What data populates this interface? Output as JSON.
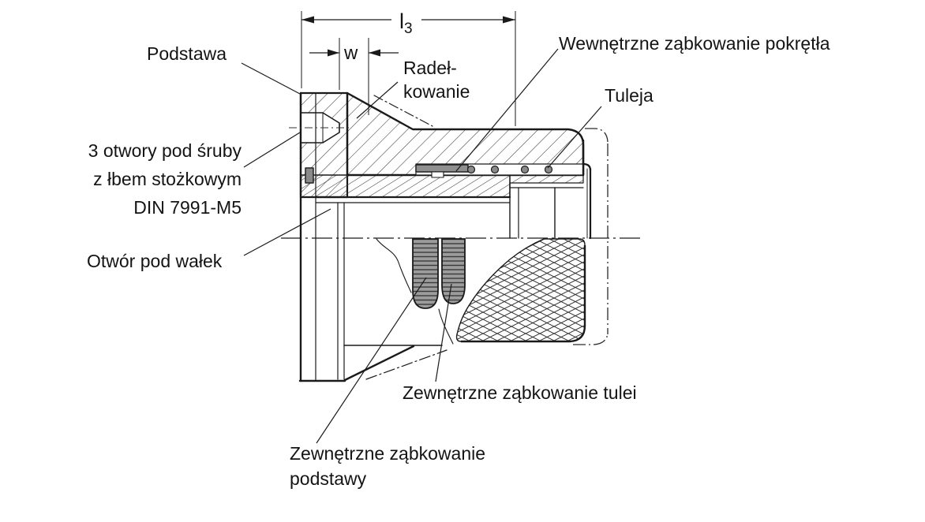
{
  "figure": {
    "type": "technical-cross-section-drawing",
    "language": "pl",
    "background": "#ffffff",
    "line_color": "#1a1a1a",
    "gray_fill": "#8f8f8f",
    "labels": {
      "podstawa": "Podstawa",
      "radelkowanie_line1": "Radeł-",
      "radelkowanie_line2": "kowanie",
      "wewnetrzne_zabkowanie_pokretla": "Wewnętrzne ząbkowanie pokrętła",
      "tuleja": "Tuleja",
      "screw_holes_line1": "3 otwory pod śruby",
      "screw_holes_line2": "z łbem stożkowym",
      "screw_holes_line3": "DIN 7991-M5",
      "otwor_pod_walek": "Otwór pod wałek",
      "zewnetrzne_zabkowanie_tulei": "Zewnętrzne ząbkowanie tulei",
      "zewnetrzne_zabkowanie_podstawy_line1": "Zewnętrzne ząbkowanie",
      "zewnetrzne_zabkowanie_podstawy_line2": "podstawy"
    },
    "dimensions": {
      "l3_base": "l",
      "l3_sub": "3",
      "w": "w"
    }
  }
}
